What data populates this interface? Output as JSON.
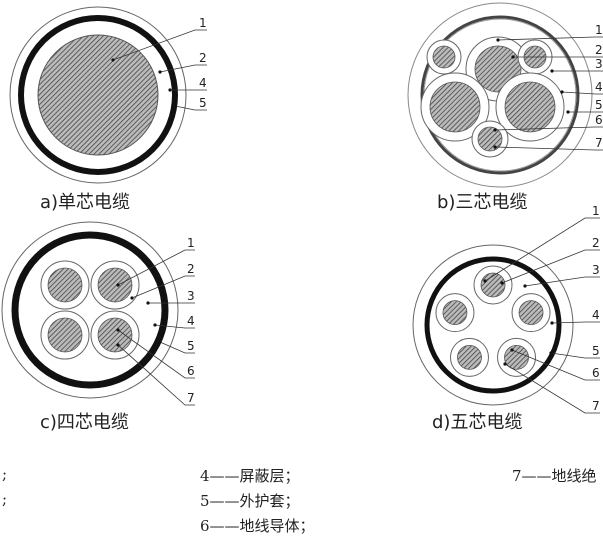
{
  "diagrams": [
    {
      "caption": "a)单芯电缆",
      "labels": [
        "1",
        "2",
        "4",
        "5"
      ]
    },
    {
      "caption": "b)三芯电缆",
      "labels": [
        "1",
        "2",
        "3",
        "4",
        "5",
        "6",
        "7"
      ]
    },
    {
      "caption": "c)四芯电缆",
      "labels": [
        "1",
        "2",
        "3",
        "4",
        "5",
        "6",
        "7"
      ]
    },
    {
      "caption": "d)五芯电缆",
      "labels": [
        "1",
        "2",
        "3",
        "4",
        "5",
        "6",
        "7"
      ]
    }
  ],
  "legend": {
    "col1": [
      ";",
      ";"
    ],
    "col2": [
      "4——屏蔽层；",
      "5——外护套；",
      "6——地线导体；"
    ],
    "col3": [
      "7——地线绝"
    ]
  }
}
